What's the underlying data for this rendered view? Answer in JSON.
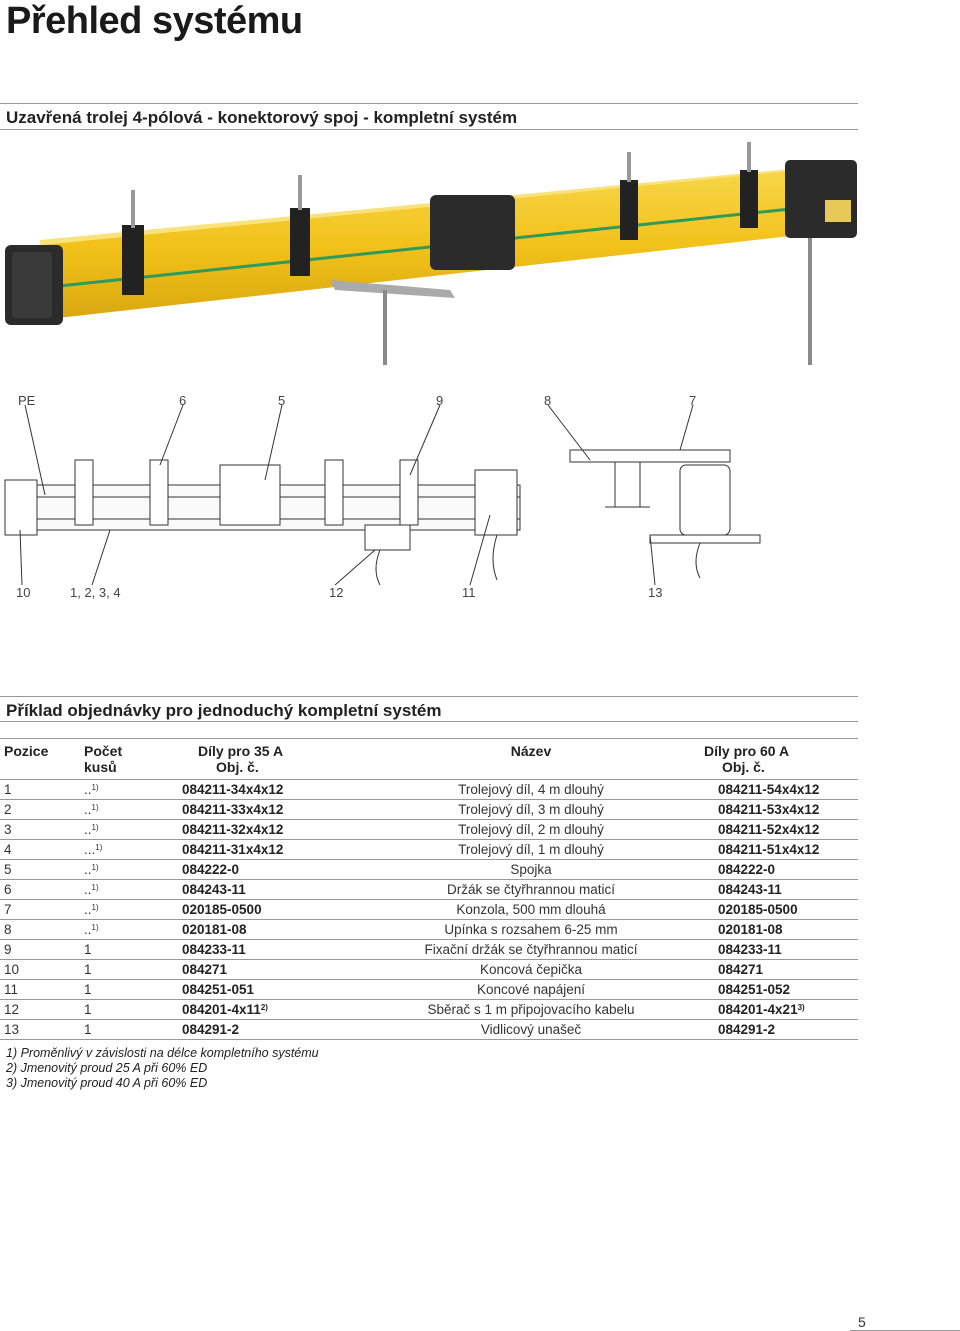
{
  "page": {
    "title": "Přehled systému",
    "section1": "Uzavřená trolej 4-pólová - konektorový spoj - kompletní systém",
    "section2": "Příklad objednávky pro jednoduchý kompletní systém",
    "page_number": "5"
  },
  "diagram": {
    "top_labels": [
      "PE",
      "6",
      "5",
      "9",
      "8",
      "7"
    ],
    "bottom_labels": [
      "10",
      "1, 2, 3, 4",
      "12",
      "11",
      "13"
    ]
  },
  "table": {
    "headers": {
      "pos": "Pozice",
      "qty_1": "Počet",
      "qty_2": "kusů",
      "p35_1": "Díly pro 35 A",
      "p35_2": "Obj. č.",
      "name": "Název",
      "p60_1": "Díly pro 60 A",
      "p60_2": "Obj. č."
    },
    "rows": [
      {
        "pos": "1",
        "qty": "..",
        "sup": "1)",
        "p35": "084211-34x4x12",
        "p35sup": "",
        "name": "Trolejový díl, 4 m dlouhý",
        "p60": "084211-54x4x12",
        "p60sup": ""
      },
      {
        "pos": "2",
        "qty": "..",
        "sup": "1)",
        "p35": "084211-33x4x12",
        "p35sup": "",
        "name": "Trolejový díl, 3 m dlouhý",
        "p60": "084211-53x4x12",
        "p60sup": ""
      },
      {
        "pos": "3",
        "qty": "..",
        "sup": "1)",
        "p35": "084211-32x4x12",
        "p35sup": "",
        "name": "Trolejový díl, 2 m dlouhý",
        "p60": "084211-52x4x12",
        "p60sup": ""
      },
      {
        "pos": "4",
        "qty": "...",
        "sup": "1)",
        "p35": "084211-31x4x12",
        "p35sup": "",
        "name": "Trolejový díl, 1 m dlouhý",
        "p60": "084211-51x4x12",
        "p60sup": ""
      },
      {
        "pos": "5",
        "qty": "..",
        "sup": "1)",
        "p35": "084222-0",
        "p35sup": "",
        "name": "Spojka",
        "p60": "084222-0",
        "p60sup": ""
      },
      {
        "pos": "6",
        "qty": "..",
        "sup": "1)",
        "p35": "084243-11",
        "p35sup": "",
        "name": "Držák se čtyřhrannou maticí",
        "p60": "084243-11",
        "p60sup": ""
      },
      {
        "pos": "7",
        "qty": "..",
        "sup": "1)",
        "p35": "020185-0500",
        "p35sup": "",
        "name": "Konzola, 500 mm dlouhá",
        "p60": "020185-0500",
        "p60sup": ""
      },
      {
        "pos": "8",
        "qty": "..",
        "sup": "1)",
        "p35": "020181-08",
        "p35sup": "",
        "name": "Upínka s rozsahem 6-25 mm",
        "p60": "020181-08",
        "p60sup": ""
      },
      {
        "pos": "9",
        "qty": "1",
        "sup": "",
        "p35": "084233-11",
        "p35sup": "",
        "name": "Fixační držák se čtyřhrannou maticí",
        "p60": "084233-11",
        "p60sup": ""
      },
      {
        "pos": "10",
        "qty": "1",
        "sup": "",
        "p35": "084271",
        "p35sup": "",
        "name": "Koncová čepička",
        "p60": "084271",
        "p60sup": ""
      },
      {
        "pos": "11",
        "qty": "1",
        "sup": "",
        "p35": "084251-051",
        "p35sup": "",
        "name": "Koncové napájení",
        "p60": "084251-052",
        "p60sup": ""
      },
      {
        "pos": "12",
        "qty": "1",
        "sup": "",
        "p35": "084201-4x11",
        "p35sup": "2)",
        "name": "Sběrač s 1 m připojovacího kabelu",
        "p60": "084201-4x21",
        "p60sup": "3)"
      },
      {
        "pos": "13",
        "qty": "1",
        "sup": "",
        "p35": "084291-2",
        "p35sup": "",
        "name": "Vidlicový unašeč",
        "p60": "084291-2",
        "p60sup": ""
      }
    ]
  },
  "notes": [
    "1) Proměnlivý v závislosti na délce kompletního systému",
    "2) Jmenovitý proud 25 A při 60% ED",
    "3) Jmenovitý proud 40 A při 60% ED"
  ],
  "colors": {
    "rail": "#f2c21a",
    "rail_stripe": "#2f9a5a",
    "housing": "#2b2b2b"
  }
}
